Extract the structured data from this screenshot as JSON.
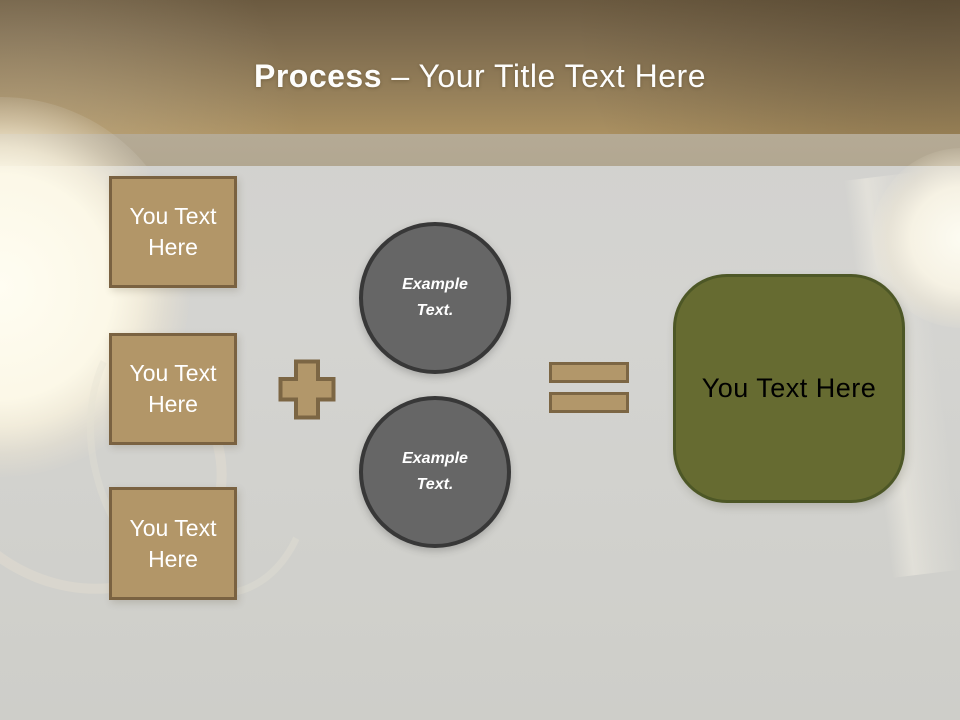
{
  "slide": {
    "title": {
      "keyword": "Process",
      "rest": " – Your Title Text Here"
    },
    "input_boxes": [
      {
        "label": "You Text Here"
      },
      {
        "label": "You Text Here"
      },
      {
        "label": "You Text Here"
      }
    ],
    "operators": [
      {
        "icon": "plus-icon"
      },
      {
        "icon": "equals-icon"
      }
    ],
    "circles": [
      {
        "label": "Example Text."
      },
      {
        "label": "Example Text."
      }
    ],
    "result_box": {
      "label": "You Text Here"
    },
    "colors": {
      "header_top": "#6b5a40",
      "header_bottom": "#aa9061",
      "divider_band": "#b2a791",
      "canvas_background": "#d2d2cf",
      "tan_fill": "#b29668",
      "tan_border": "#7a6241",
      "circle_fill": "#666666",
      "circle_border": "#383838",
      "green_fill": "#666b31",
      "green_border": "#4d5726",
      "title_text": "#fdfdfc",
      "box_text": "#ffffff",
      "result_text": "#000000"
    }
  }
}
